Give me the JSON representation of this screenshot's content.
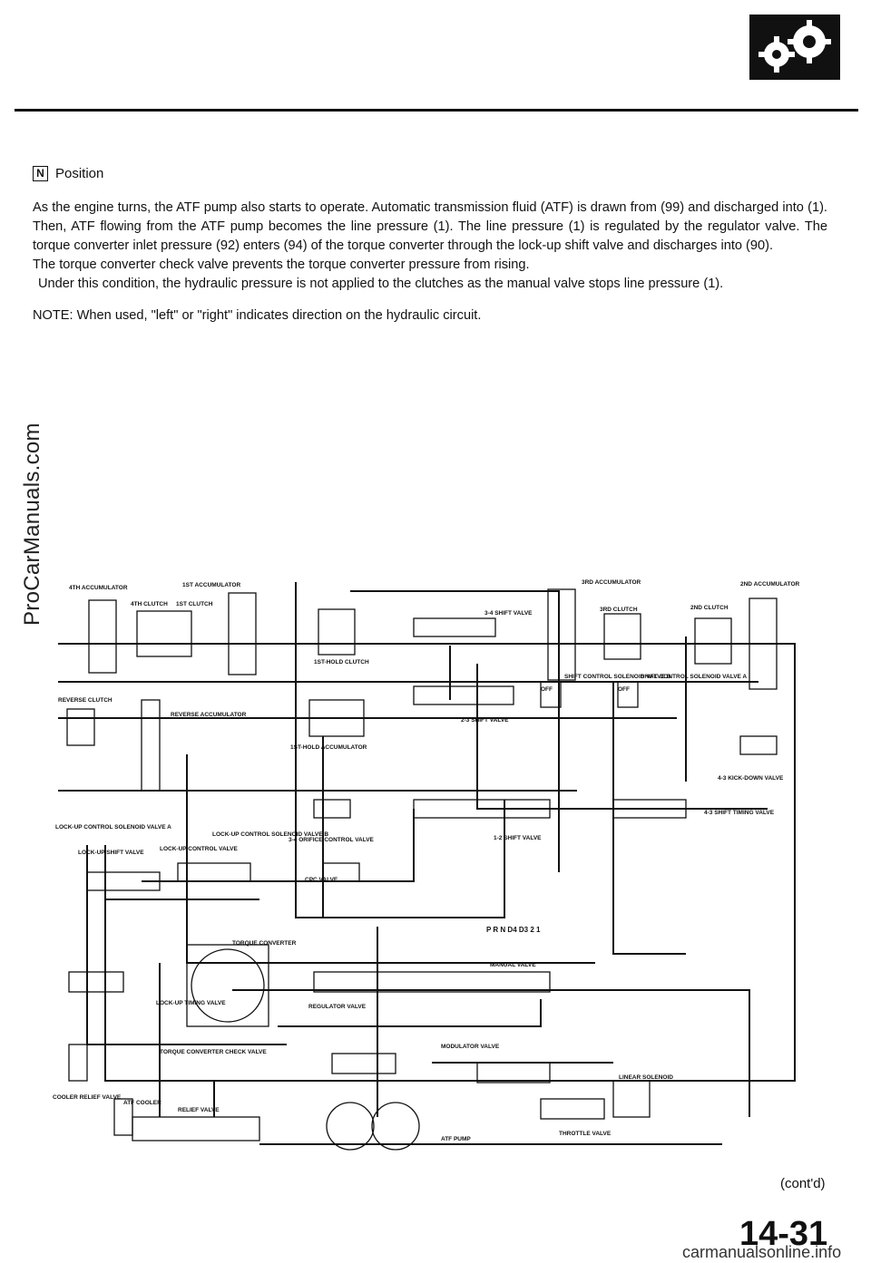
{
  "header": {
    "logo_icon": "gears-icon"
  },
  "section": {
    "position_letter": "N",
    "position_word": "Position",
    "paragraphs": [
      "As the engine turns, the ATF pump also starts to operate. Automatic transmission fluid (ATF) is drawn from (99) and discharged into (1). Then, ATF flowing from the ATF pump becomes the line pressure (1). The line pressure (1) is regulated by the regulator valve. The torque converter inlet pressure (92) enters (94) of the torque converter through the lock-up shift valve and discharges into (90).",
      "The torque converter check valve prevents the torque converter pressure from rising.",
      "Under this condition, the hydraulic pressure is not applied to the clutches as the manual valve stops line pressure (1)."
    ],
    "note": "NOTE: When used, \"left\" or \"right\" indicates direction on the hydraulic circuit."
  },
  "diagram": {
    "labels": {
      "acc4": "4TH ACCUMULATOR",
      "acc1": "1ST ACCUMULATOR",
      "acc3": "3RD ACCUMULATOR",
      "acc2": "2ND ACCUMULATOR",
      "cl4": "4TH CLUTCH",
      "cl1": "1ST CLUTCH",
      "cl3": "3RD CLUTCH",
      "cl2": "2ND CLUTCH",
      "v34": "3-4 SHIFT VALVE",
      "hold1": "1ST-HOLD CLUTCH",
      "rev": "REVERSE CLUTCH",
      "revacc": "REVERSE ACCUMULATOR",
      "holdacc": "1ST-HOLD ACCUMULATOR",
      "v23": "2-3 SHIFT VALVE",
      "scb": "SHIFT CONTROL SOLENOID VALVE B",
      "sca": "SHIFT CONTROL SOLENOID VALVE A",
      "off": "OFF",
      "kick": "4-3 KICK-DOWN VALVE",
      "t43": "4-3 SHIFT TIMING VALVE",
      "lcA": "LOCK-UP CONTROL SOLENOID VALVE A",
      "lcB": "LOCK-UP CONTROL SOLENOID VALVE B",
      "lus": "LOCK-UP SHIFT VALVE",
      "luc": "LOCK-UP CONTROL VALVE",
      "orf": "3-4 ORIFICE CONTROL VALVE",
      "v12": "1-2 SHIFT VALVE",
      "cpc": "CPC VALVE",
      "tc": "TORQUE CONVERTER",
      "lut": "LOCK-UP TIMING VALVE",
      "manual": "MANUAL VALVE",
      "reg": "REGULATOR VALVE",
      "tcc": "TORQUE CONVERTER CHECK VALVE",
      "mod": "MODULATOR VALVE",
      "cool": "COOLER RELIEF VALVE",
      "atfc": "ATF COOLER",
      "relief": "RELIEF VALVE",
      "pump": "ATF PUMP",
      "lin": "LINEAR SOLENOID",
      "thr": "THROTTLE VALVE",
      "positions": "P R N D4 D3 2 1"
    }
  },
  "footer": {
    "contd": "(cont'd)",
    "page": "14-31",
    "site_side": "ProCarManuals.com",
    "site_bottom": "carmanualsonline.info"
  }
}
